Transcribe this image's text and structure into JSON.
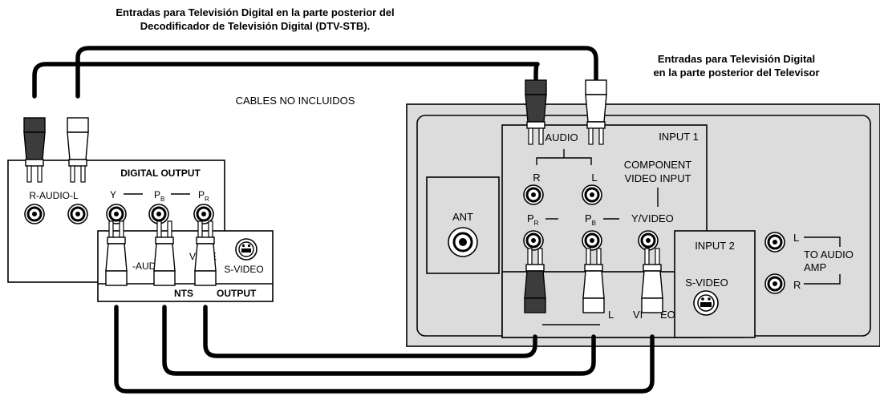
{
  "titles": {
    "stb_line1": "Entradas para Televisión Digital en la parte posterior del",
    "stb_line2": "Decodificador de Televisión Digital (DTV-STB).",
    "tv_line1": "Entradas para Televisión Digital",
    "tv_line2": "en la parte posterior del Televisor",
    "cables_note": "CABLES NO INCLUIDOS"
  },
  "stb": {
    "digital_output": "DIGITAL OUTPUT",
    "r_audio_l": "R-AUDIO-L",
    "y": "Y",
    "pb": "P",
    "pb_sub": "B",
    "pr": "P",
    "pr_sub": "R",
    "audio_partial": "-AUDI",
    "video_partial": "V",
    "video_partial2": "E",
    "svideo": "S-VIDEO",
    "nts_output_a": "NTS",
    "nts_output_b": "OUTPUT"
  },
  "tv": {
    "ant": "ANT",
    "audio": "AUDIO",
    "input1": "INPUT 1",
    "r": "R",
    "l": "L",
    "component_line1": "COMPONENT",
    "component_line2": "VIDEO INPUT",
    "pr": "P",
    "pr_sub": "R",
    "pb": "P",
    "pb_sub": "B",
    "yvideo": "Y/VIDEO",
    "input2": "INPUT 2",
    "svideo": "S-VIDEO",
    "video_a": "VI",
    "video_b": "EO",
    "l_out": "L",
    "r_out": "R",
    "to_audio": "TO AUDIO",
    "amp": "AMP"
  },
  "colors": {
    "panel": "#dcdcdc",
    "plug_dark": "#3c3c3c",
    "plug_light": "#ffffff"
  }
}
